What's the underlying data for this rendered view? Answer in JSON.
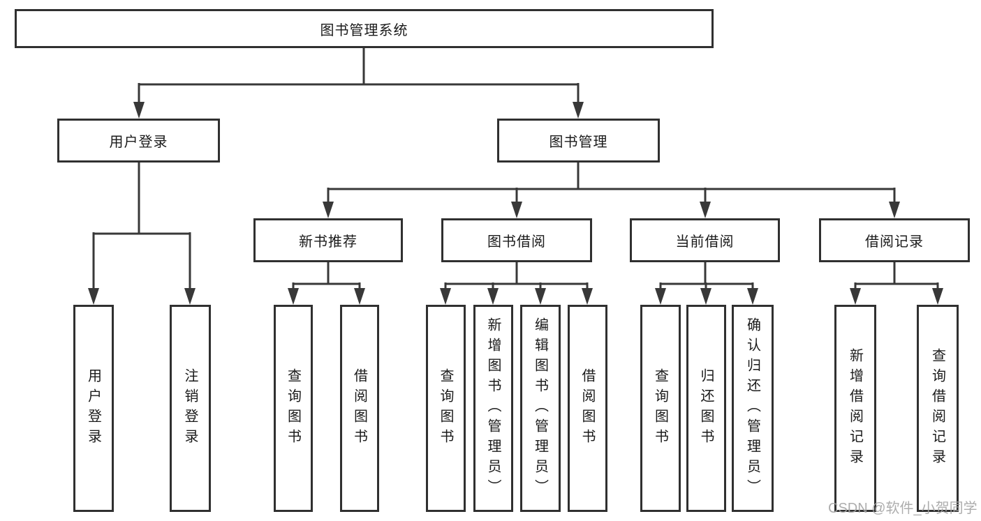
{
  "colors": {
    "line": "#383838",
    "box_border": "#303030",
    "text": "#1a1a1a",
    "watermark": "#a4a4a4",
    "background": "#ffffff"
  },
  "diagram": {
    "root": {
      "label": "图书管理系统"
    },
    "branches": [
      {
        "label": "用户登录",
        "children": [
          {
            "label": "用户登录"
          },
          {
            "label": "注销登录"
          }
        ]
      },
      {
        "label": "图书管理",
        "modules": [
          {
            "label": "新书推荐",
            "children": [
              {
                "label": "查询图书"
              },
              {
                "label": "借阅图书"
              }
            ]
          },
          {
            "label": "图书借阅",
            "children": [
              {
                "label": "查询图书"
              },
              {
                "label": "新增图书（管理员）"
              },
              {
                "label": "编辑图书（管理员）"
              },
              {
                "label": "借阅图书"
              }
            ]
          },
          {
            "label": "当前借阅",
            "children": [
              {
                "label": "查询图书"
              },
              {
                "label": "归还图书"
              },
              {
                "label": "确认归还（管理员）"
              }
            ]
          },
          {
            "label": "借阅记录",
            "children": [
              {
                "label": "新增借阅记录"
              },
              {
                "label": "查询借阅记录"
              }
            ]
          }
        ]
      }
    ]
  },
  "watermark": {
    "text": "CSDN @软件_小贺同学"
  }
}
